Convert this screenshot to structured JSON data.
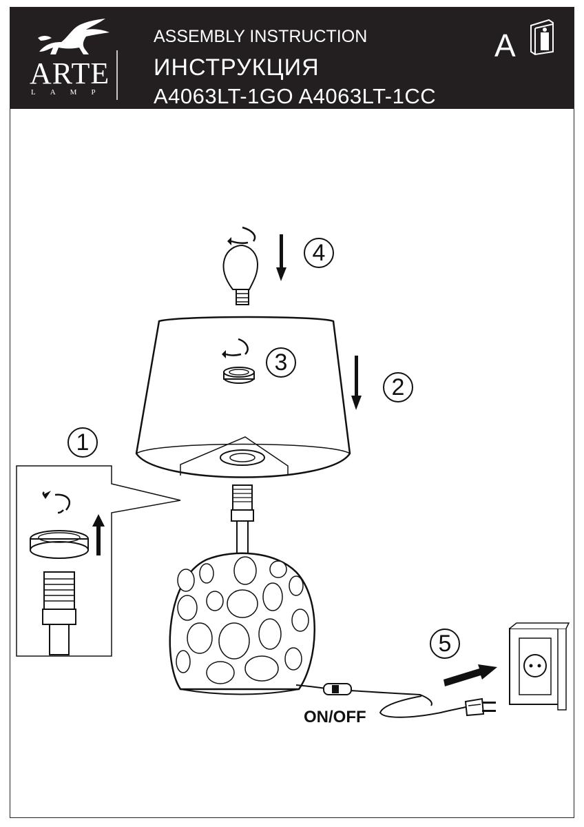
{
  "header": {
    "logo_text": "ARTE",
    "logo_sub": "LAMP",
    "line1": "ASSEMBLY  INSTRUCTION",
    "line2": "ИНСТРУКЦИЯ",
    "line3": "A4063LT-1GO  A4063LT-1CC",
    "lang_letter": "A"
  },
  "icons": [
    "griffin-logo-icon",
    "info-book-icon",
    "light-bulb-icon",
    "lamp-shade-icon",
    "power-plug-icon",
    "wall-socket-icon"
  ],
  "steps": {
    "s1": "1",
    "s2": "2",
    "s3": "3",
    "s4": "4",
    "s5": "5"
  },
  "switch_label": "ON/OFF"
}
